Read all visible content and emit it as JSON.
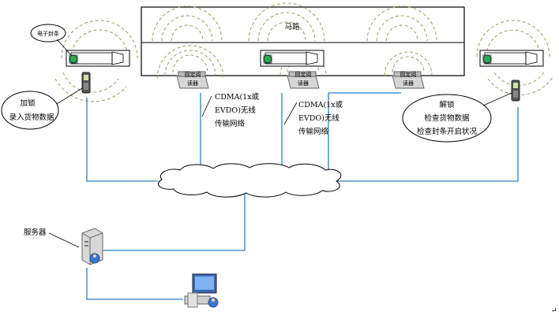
{
  "road": {
    "label": "马路"
  },
  "electronic_seal": {
    "label": "电子封条"
  },
  "readers": [
    {
      "label_line1": "固定阅",
      "label_line2": "读器"
    },
    {
      "label_line1": "固定阅",
      "label_line2": "读器"
    },
    {
      "label_line1": "固定阅",
      "label_line2": "读器"
    }
  ],
  "network_notes": [
    {
      "line1": "CDMA(1x或",
      "line2": "EVDO)无线",
      "line3": "传输网络"
    },
    {
      "line1": "CDMA(1x或",
      "line2": "EVDO)无线",
      "line3": "传输网络"
    }
  ],
  "lock_bubble": {
    "line1": "加锁",
    "line2": "录入货物数据"
  },
  "unlock_bubble": {
    "line1": "解锁",
    "line2": "检查货物数据",
    "line3": "检查封条开启状况"
  },
  "server": {
    "label": "服务器"
  },
  "paragraph_mark": "↵",
  "colors": {
    "line": "#2f7ec8",
    "arc": "#9b9a62",
    "icon_green": "#2fa84a"
  }
}
